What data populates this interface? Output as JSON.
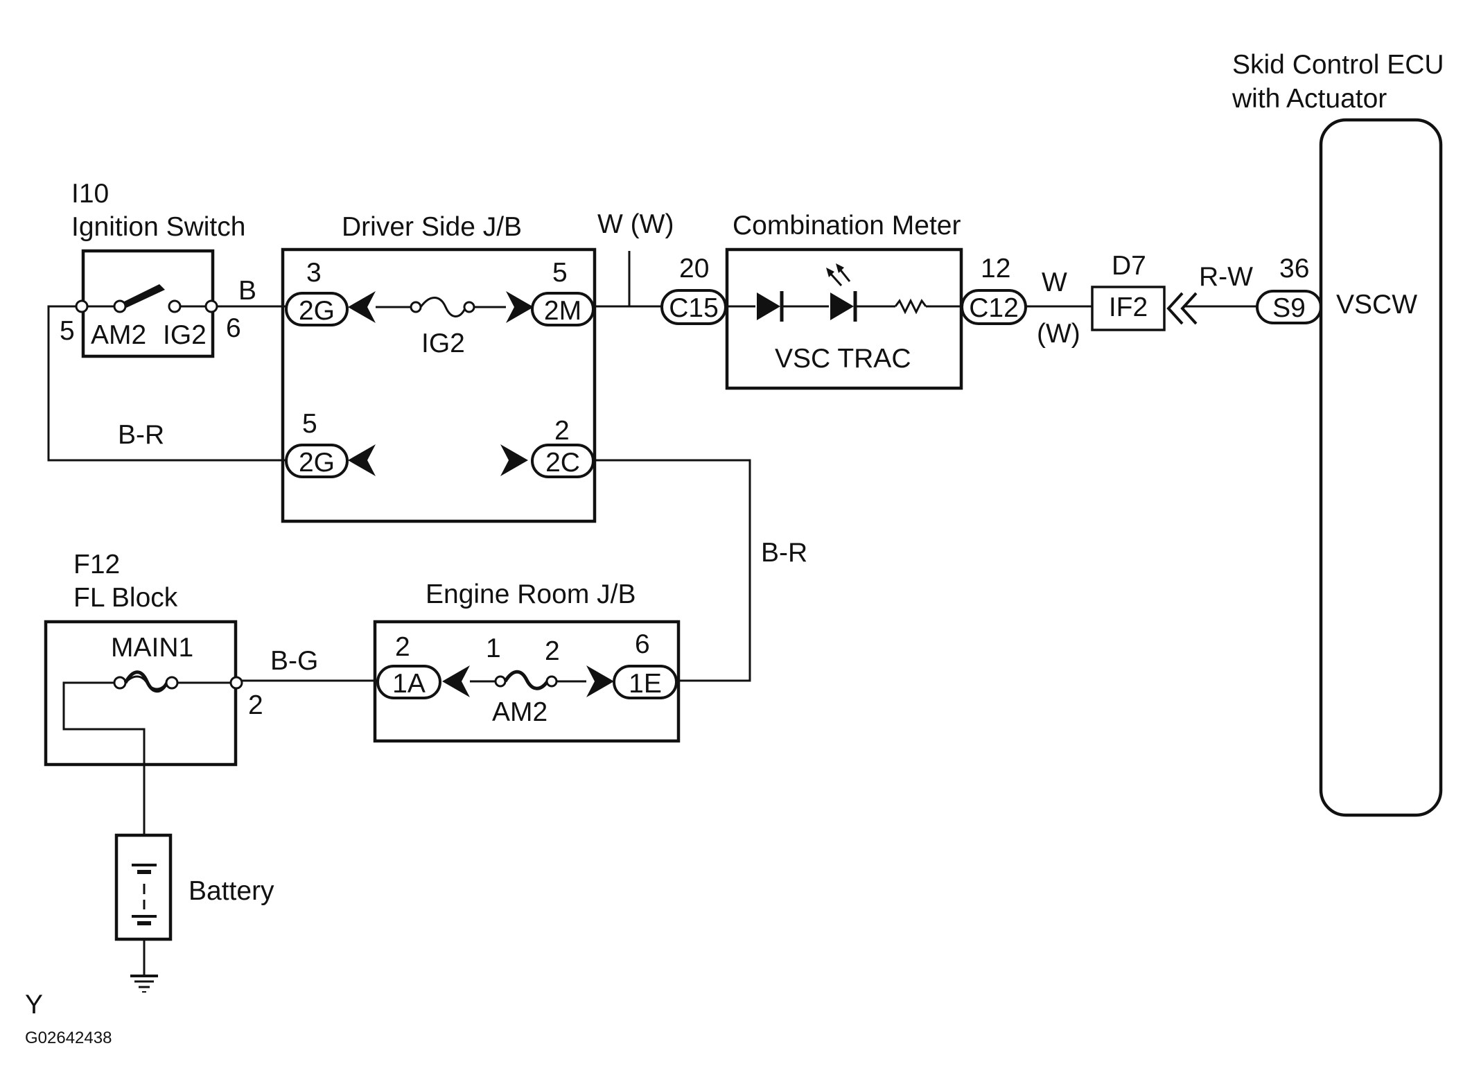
{
  "components": {
    "ignition_switch": {
      "code": "I10",
      "name": "Ignition Switch",
      "term_am2": "AM2",
      "term_ig2": "IG2",
      "pin_left": "5",
      "pin_right": "6"
    },
    "driver_jb": {
      "name": "Driver Side J/B",
      "fuse": "IG2",
      "conn_in_top": "2G",
      "pin_in_top": "3",
      "conn_out_top": "2M",
      "pin_out_top": "5",
      "conn_in_bottom": "2G",
      "pin_in_bottom": "5",
      "conn_out_bottom": "2C",
      "pin_out_bottom": "2"
    },
    "combination_meter": {
      "name": "Combination Meter",
      "indicator": "VSC TRAC",
      "conn_in": "C15",
      "pin_in": "20",
      "conn_out": "C12",
      "pin_out": "12"
    },
    "junction_connector": {
      "code": "D7",
      "conn": "IF2"
    },
    "ecu": {
      "name_line1": "Skid Control ECU",
      "name_line2": "with Actuator",
      "conn": "S9",
      "pin": "36",
      "terminal": "VSCW"
    },
    "fl_block": {
      "code": "F12",
      "name": "FL Block",
      "fuse": "MAIN1",
      "pin": "2"
    },
    "engine_jb": {
      "name": "Engine Room J/B",
      "fuse": "AM2",
      "conn_in": "1A",
      "pin_in": "2",
      "conn_out": "1E",
      "pin_out": "6",
      "fuse_pin_left": "1",
      "fuse_pin_right": "2"
    },
    "battery": {
      "name": "Battery"
    }
  },
  "wires": {
    "ign_to_jb": "B",
    "jb_to_meter": "W (W)",
    "meter_to_d7_top": "W",
    "meter_to_d7_bottom": "(W)",
    "d7_to_ecu": "R-W",
    "ign_loop": "B-R",
    "jb_to_engine": "B-R",
    "fl_to_engine": "B-G"
  },
  "footer": {
    "letter": "Y",
    "figure_code": "G02642438"
  }
}
